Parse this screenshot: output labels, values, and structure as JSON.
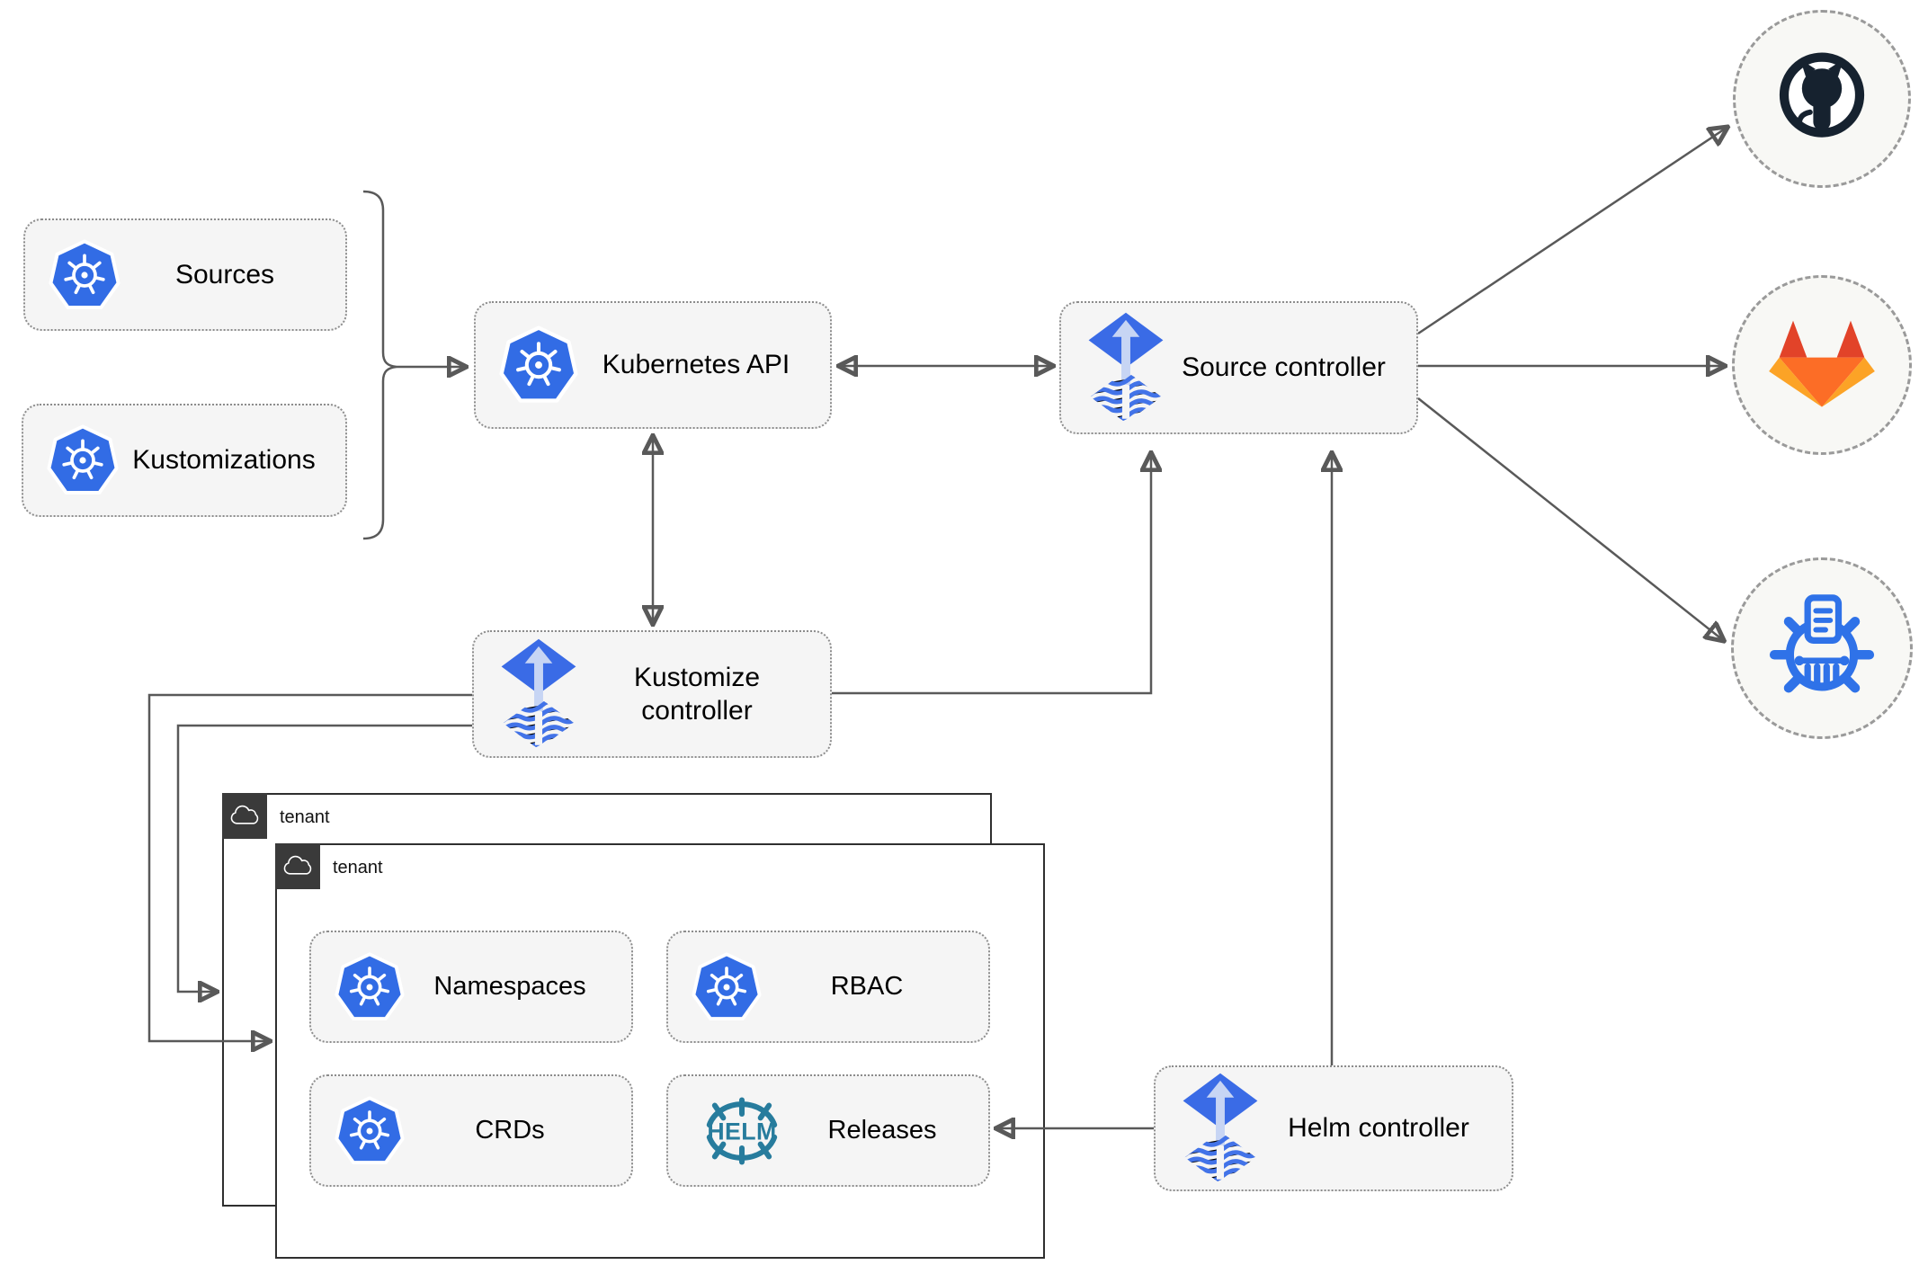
{
  "nodes": {
    "sources": {
      "label": "Sources"
    },
    "kustomizations": {
      "label": "Kustomizations"
    },
    "kubernetes_api": {
      "label": "Kubernetes API"
    },
    "source_controller": {
      "label": "Source controller"
    },
    "kustomize_controller": {
      "label": "Kustomize controller"
    },
    "helm_controller": {
      "label": "Helm controller"
    },
    "namespaces": {
      "label": "Namespaces"
    },
    "rbac": {
      "label": "RBAC"
    },
    "crds": {
      "label": "CRDs"
    },
    "releases": {
      "label": "Releases"
    }
  },
  "tenants": {
    "back": {
      "label": "tenant"
    },
    "front": {
      "label": "tenant"
    }
  },
  "logos": {
    "helm_text": "HELM"
  },
  "external": {
    "github": "github-logo",
    "gitlab": "gitlab-logo",
    "chartmuseum": "chartmuseum-logo"
  },
  "colors": {
    "kubernetes_blue": "#326ce5",
    "flux_blue": "#3a6be6",
    "flux_arrow_light": "#c7d5f4",
    "helm_teal": "#277c9d",
    "github_dark": "#16222f",
    "gitlab_red": "#e24329",
    "gitlab_orange": "#fc6d26",
    "gitlab_amber": "#fca326",
    "chartmuseum_blue": "#2f72e8",
    "edge_gray": "#595959",
    "node_fill": "#f5f5f5"
  }
}
